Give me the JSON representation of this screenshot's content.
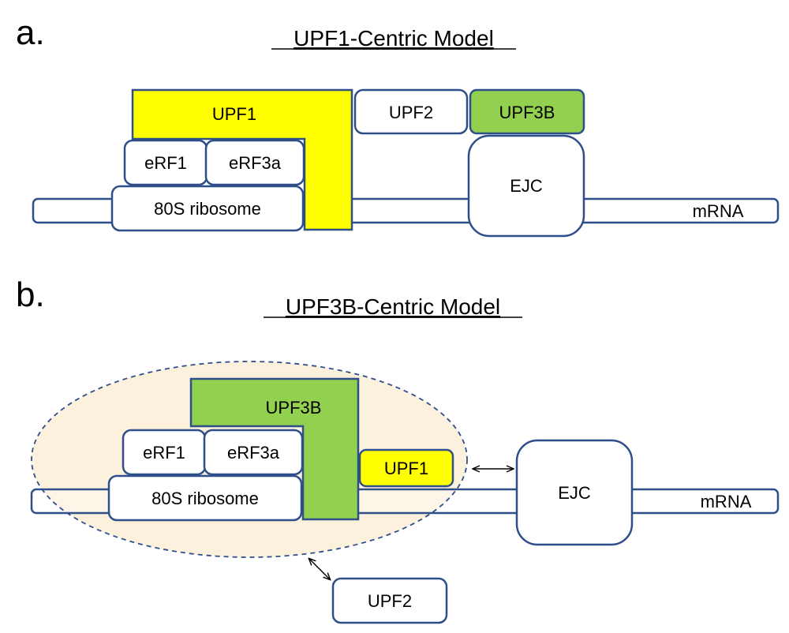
{
  "colors": {
    "outline": "#2f4f8a",
    "upf1_fill": "#ffff00",
    "upf3b_fill": "#92d050",
    "complex_fill": "#fcf1dc",
    "box_fill": "#ffffff"
  },
  "panel_a": {
    "letter": "a.",
    "title": "UPF1-Centric Model",
    "labels": {
      "upf1": "UPF1",
      "upf2": "UPF2",
      "upf3b": "UPF3B",
      "erf1": "eRF1",
      "erf3a": "eRF3a",
      "ribosome": "80S ribosome",
      "ejc": "EJC",
      "mrna": "mRNA"
    }
  },
  "panel_b": {
    "letter": "b.",
    "title": "UPF3B-Centric Model",
    "labels": {
      "upf3b": "UPF3B",
      "upf1": "UPF1",
      "upf2": "UPF2",
      "erf1": "eRF1",
      "erf3a": "eRF3a",
      "ribosome": "80S ribosome",
      "ejc": "EJC",
      "mrna": "mRNA"
    }
  }
}
